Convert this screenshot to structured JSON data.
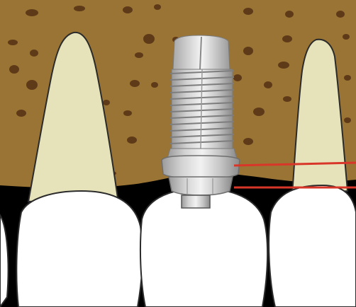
{
  "colors": {
    "background": "#ffffff",
    "bone": "#9a7434",
    "bone_spot": "#5e3a18",
    "gum_shadow": "#000000",
    "root": "#e6e3ba",
    "tooth": "#ffffff",
    "outline": "#2b2b2b",
    "implant_light": "#eeeeee",
    "implant_mid": "#c9c9c9",
    "implant_dark": "#8e8e8e",
    "marker_line": "#d9362a"
  },
  "elements": {
    "bone": "bone",
    "roots": [
      "left-root",
      "right-root"
    ],
    "crowns": [
      "left-crown",
      "center-crown",
      "right-crown"
    ],
    "implant": [
      "implant-fixture",
      "implant-abutment",
      "abutment-screw"
    ],
    "markers": [
      "bone-level-line",
      "gum-level-line"
    ]
  }
}
